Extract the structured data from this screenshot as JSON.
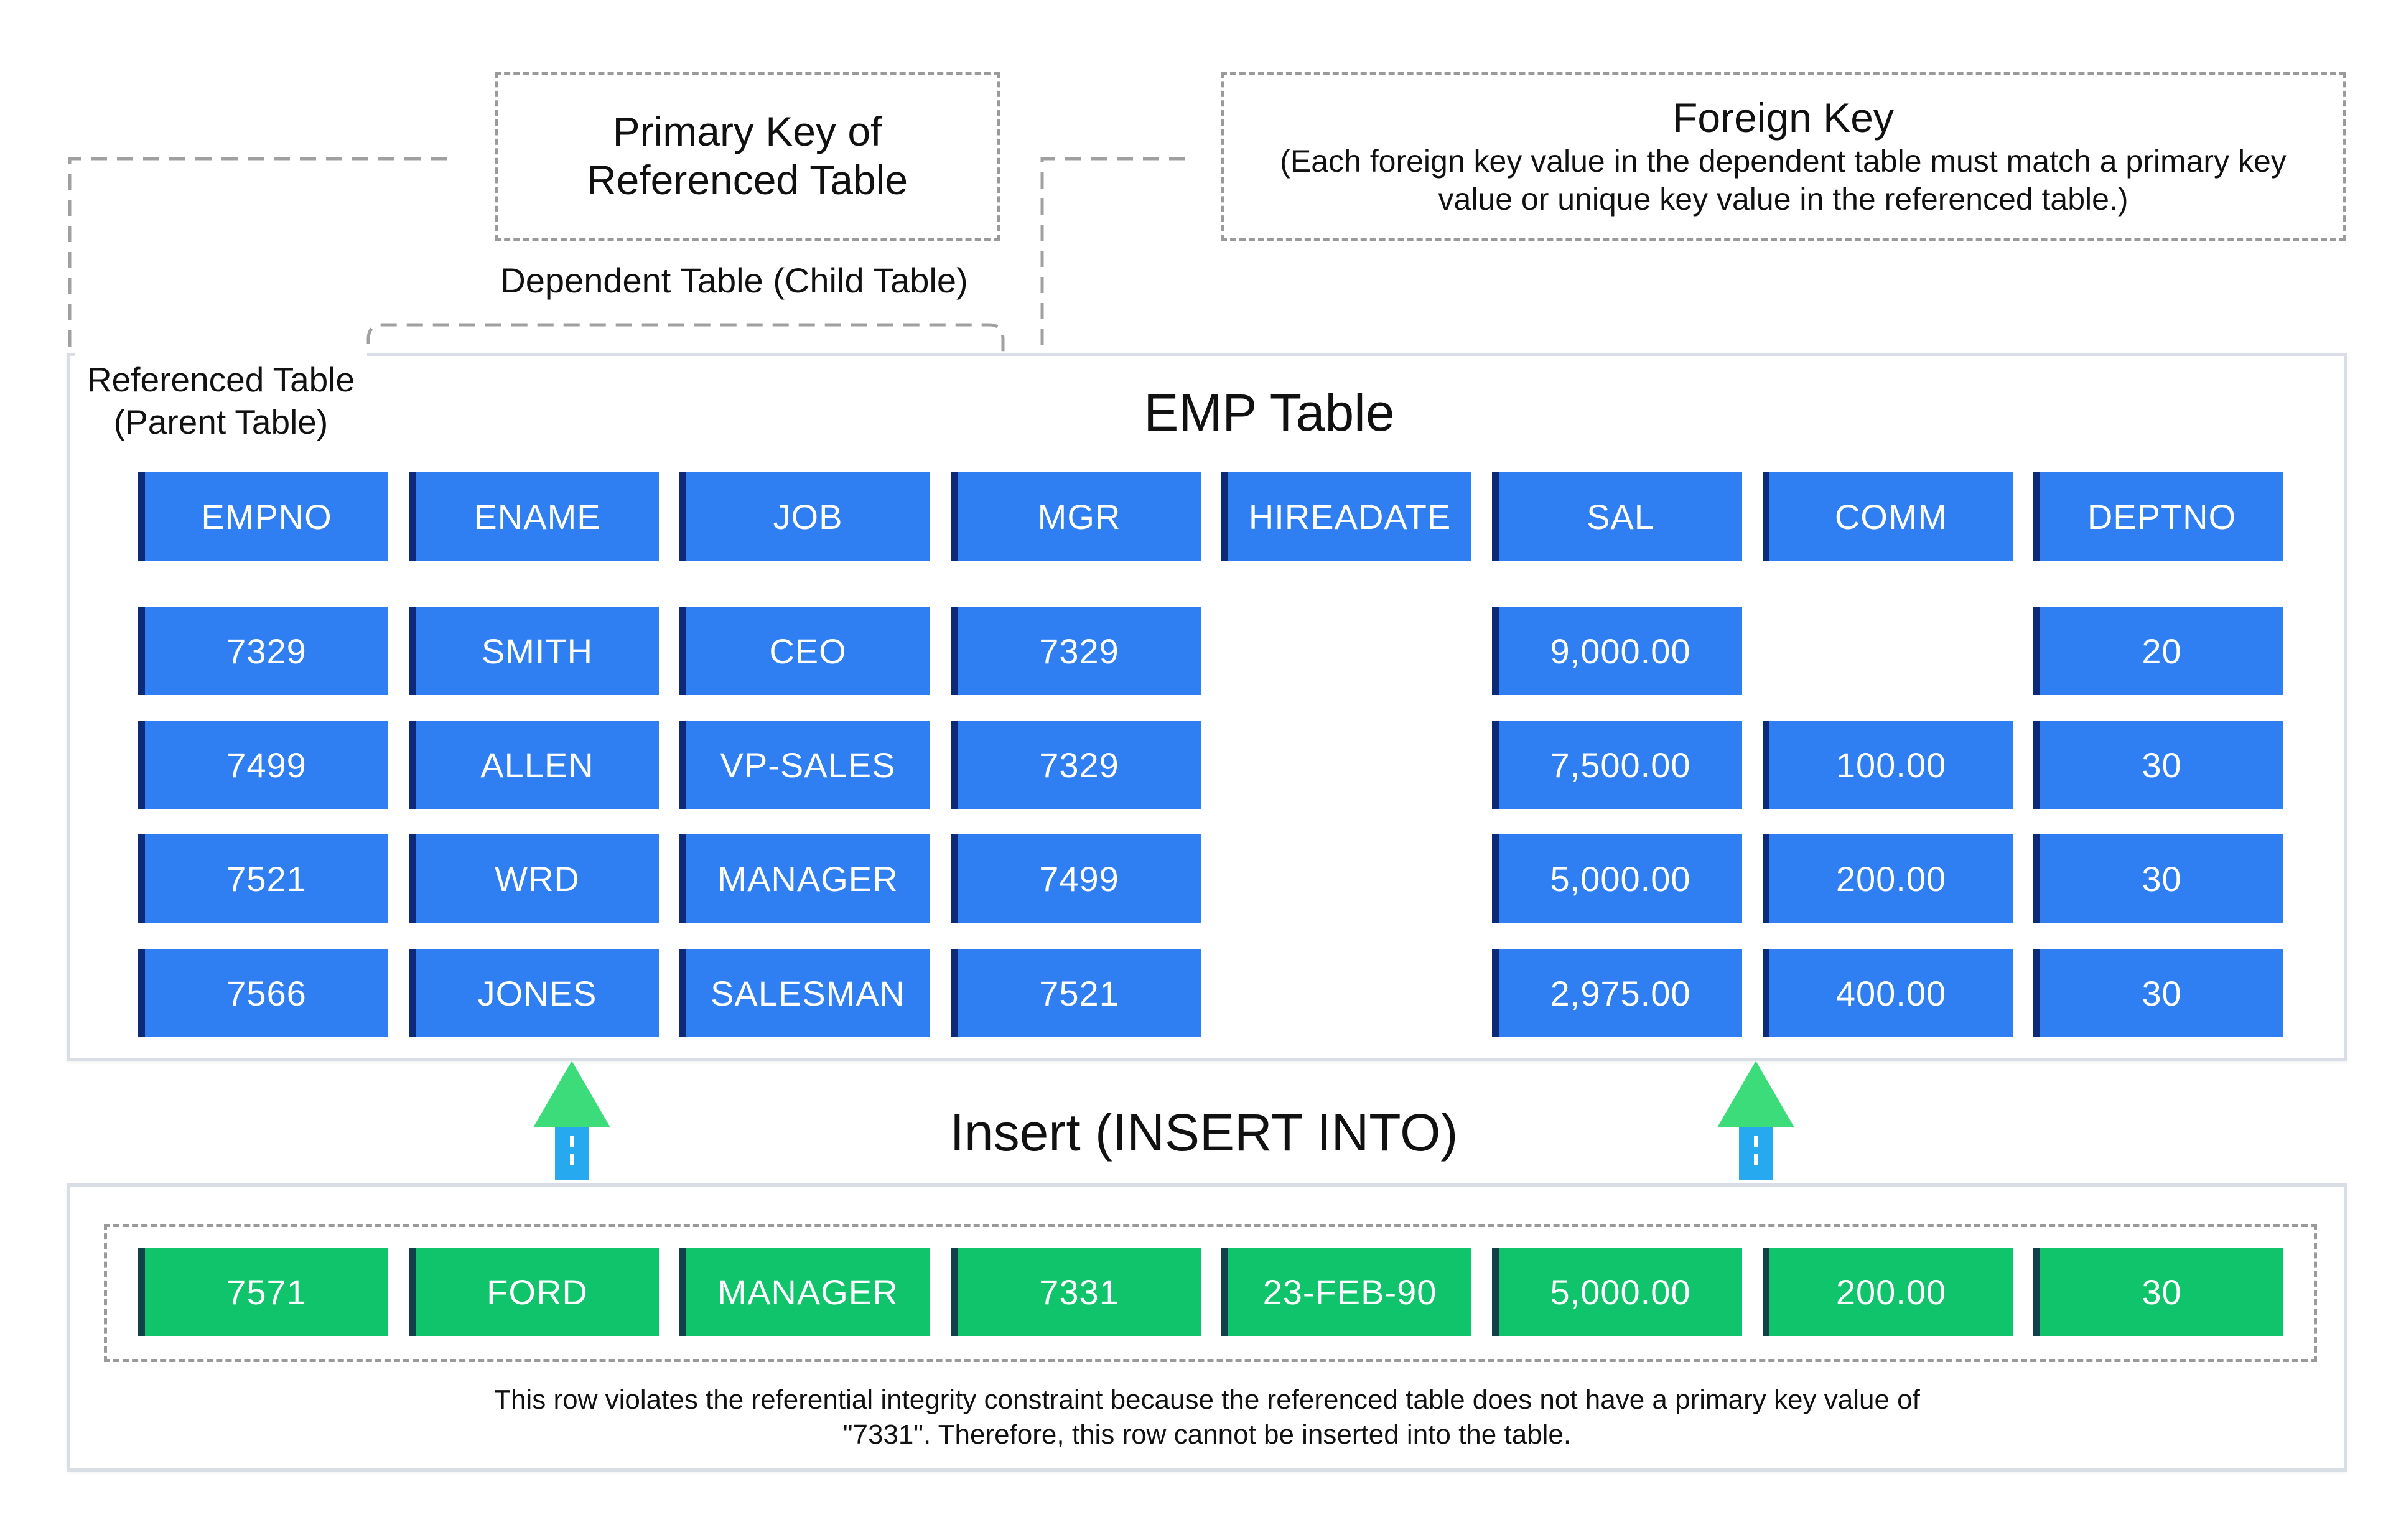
{
  "callouts": {
    "primary_key": "Primary Key of\nReferenced Table",
    "foreign_key_title": "Foreign Key",
    "foreign_key_note": "(Each foreign key value in the dependent table must match a primary key\nvalue or unique key value in the referenced table.)",
    "dependent_table": "Dependent Table (Child Table)",
    "referenced_table": "Referenced Table\n(Parent Table)"
  },
  "emp_table": {
    "title": "EMP Table",
    "columns": [
      "EMPNO",
      "ENAME",
      "JOB",
      "MGR",
      "HIREADATE",
      "SAL",
      "COMM",
      "DEPTNO"
    ],
    "rows": [
      [
        "7329",
        "SMITH",
        "CEO",
        "7329",
        "",
        "9,000.00",
        "",
        "20"
      ],
      [
        "7499",
        "ALLEN",
        "VP-SALES",
        "7329",
        "",
        "7,500.00",
        "100.00",
        "30"
      ],
      [
        "7521",
        "WRD",
        "MANAGER",
        "7499",
        "",
        "5,000.00",
        "200.00",
        "30"
      ],
      [
        "7566",
        "JONES",
        "SALESMAN",
        "7521",
        "",
        "2,975.00",
        "400.00",
        "30"
      ]
    ]
  },
  "insert": {
    "title": "Insert (INSERT INTO)",
    "row": [
      "7571",
      "FORD",
      "MANAGER",
      "7331",
      "23-FEB-90",
      "5,000.00",
      "200.00",
      "30"
    ],
    "note": "This row violates the referential integrity constraint because the referenced table does not have a primary key value of\n\"7331\". Therefore, this row cannot be inserted into the table."
  },
  "colors": {
    "header_cell": "#2f7ff2",
    "insert_cell": "#0fc46a",
    "cell_edge": "#0c2a77",
    "arrow_head": "#3ddc7b",
    "arrow_shaft": "#27a9f0"
  }
}
